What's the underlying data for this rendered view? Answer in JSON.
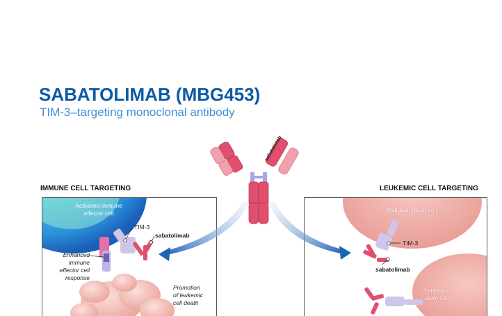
{
  "header": {
    "title": "SABATOLIMAB (MBG453)",
    "subtitle": "TIM-3–targeting monoclonal antibody"
  },
  "antibody": {
    "label": "sabatolimab"
  },
  "left_panel": {
    "heading": "IMMUNE CELL TARGETING",
    "cell_label_line1": "Activated immune",
    "cell_label_line2": "effector cell",
    "tim3_label": "TIM-3",
    "sabatolimab_label": "sabatolimab",
    "response_line1": "Enhanced",
    "response_line2": "immune",
    "response_line3": "effector cell",
    "response_line4": "response",
    "death_line1": "Promotion",
    "death_line2": "of leukemic",
    "death_line3": "cell death"
  },
  "right_panel": {
    "heading": "LEUKEMIC CELL TARGETING",
    "blast_label": "Malignant blast cell",
    "tim3_label": "TIM-3",
    "sabatolimab_label": "sabatolimab",
    "stem_line1": "Leukemic",
    "stem_line2": "stem cell"
  },
  "colors": {
    "title": "#0b5aa6",
    "subtitle": "#3f8fd6",
    "antibody": "#e0506e",
    "antibody_light": "#f2a0ae",
    "tim3": "#cfc6ea",
    "arrow": "#1f63b5"
  }
}
